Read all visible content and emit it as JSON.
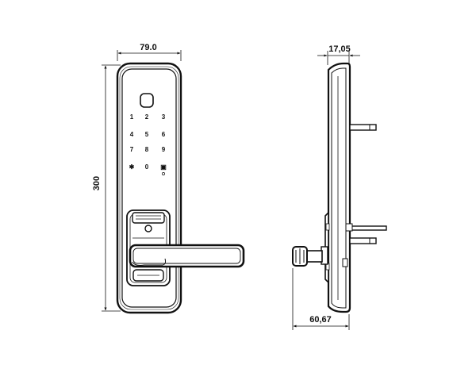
{
  "dimensions": {
    "front_width": "79.0",
    "front_height": "300",
    "side_thickness": "17,05",
    "side_depth": "60,67"
  },
  "keypad": {
    "rows": [
      [
        "1",
        "2",
        "3"
      ],
      [
        "4",
        "5",
        "6"
      ],
      [
        "7",
        "8",
        "9"
      ],
      [
        "✱",
        "0",
        "▣"
      ]
    ]
  }
}
